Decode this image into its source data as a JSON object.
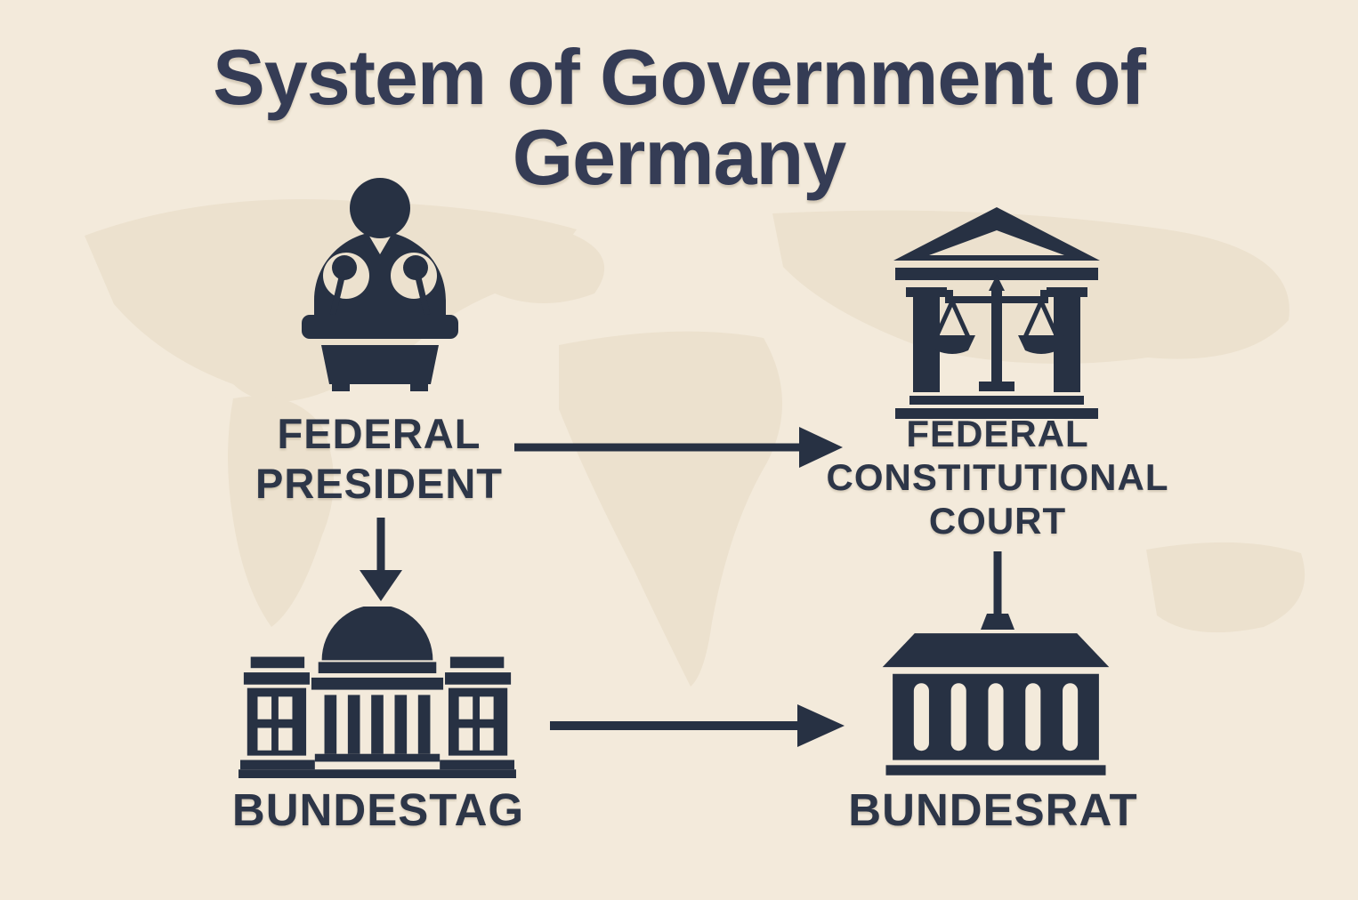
{
  "title": {
    "line1": "System of Government of",
    "line2": "Germany"
  },
  "nodes": {
    "federal_president": {
      "label_line1": "FEDERAL",
      "label_line2": "PRESIDENT",
      "icon": "president-podium-icon"
    },
    "federal_constitutional_court": {
      "label_line1": "FEDERAL",
      "label_line2": "CONSTITUTIONAL",
      "label_line3": "COURT",
      "icon": "courthouse-scales-icon"
    },
    "bundestag": {
      "label": "BUNDESTAG",
      "icon": "reichstag-dome-building-icon"
    },
    "bundesrat": {
      "label": "BUNDESRAT",
      "icon": "columned-building-icon"
    }
  },
  "edges": [
    {
      "from": "FEDERAL PRESIDENT",
      "to": "FEDERAL CONSTITUTIONAL COURT",
      "direction": "right",
      "style": "arrow"
    },
    {
      "from": "FEDERAL PRESIDENT",
      "to": "BUNDESTAG",
      "direction": "down",
      "style": "arrow"
    },
    {
      "from": "FEDERAL CONSTITUTIONAL COURT",
      "to": "BUNDESRAT",
      "direction": "down",
      "style": "blunt-connector"
    },
    {
      "from": "BUNDESTAG",
      "to": "BUNDESRAT",
      "direction": "right",
      "style": "arrow"
    }
  ],
  "colors": {
    "background": "#f3eadb",
    "map_watermark": "#e8dcc6",
    "ink": "#273143",
    "title_ink": "#353c55",
    "label_ink": "#2d3648"
  }
}
